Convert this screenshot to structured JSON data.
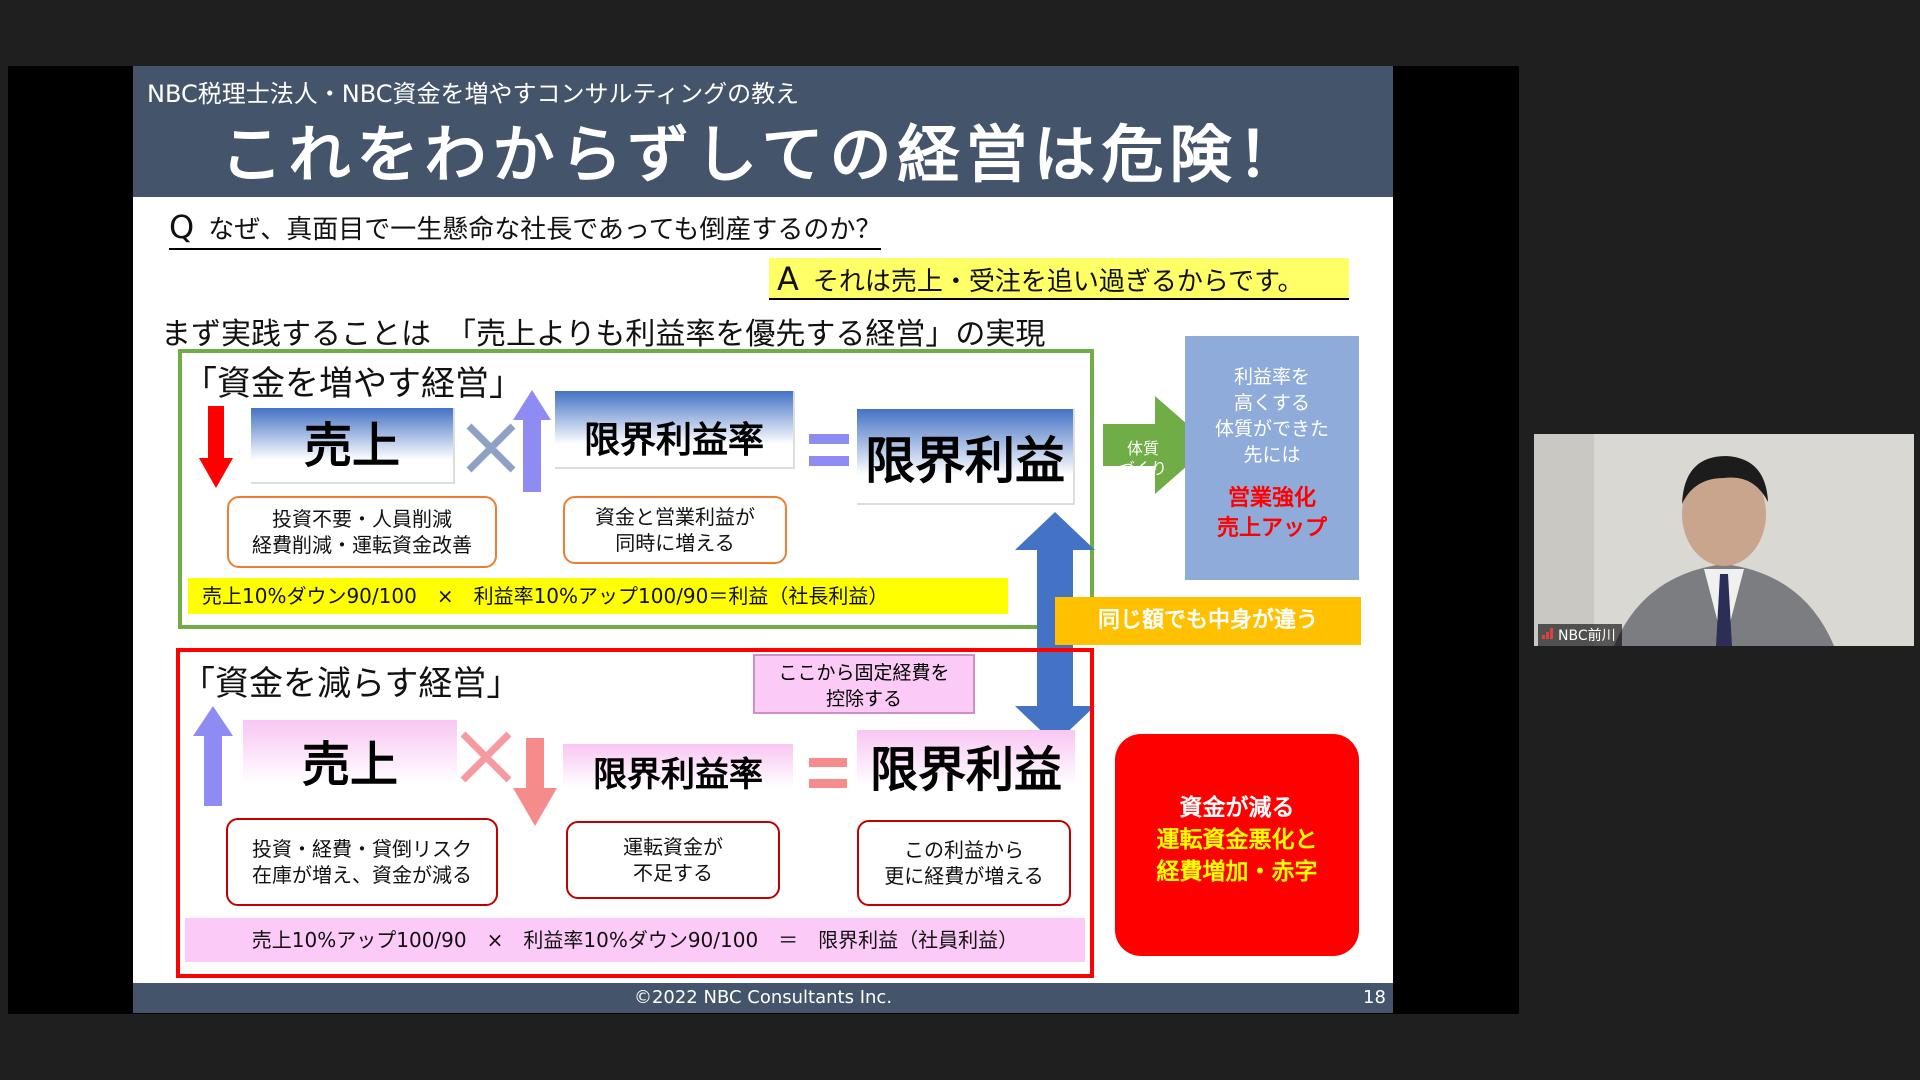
{
  "slide": {
    "header_sub": "NBC税理士法人・NBC資金を増やすコンサルティングの教え",
    "header_title": "これをわからずしての経営は危険！",
    "q_mark": "Q",
    "question": "なぜ、真面目で一生懸命な社長であっても倒産するのか？",
    "a_mark": "A",
    "answer": "それは売上・受注を追い過ぎるからです。",
    "lead": "まず実践することは　「売上よりも利益率を優先する経営」の実現",
    "box1": {
      "title": "「資金を増やす経営」",
      "term_sales": "売上",
      "term_rate": "限界利益率",
      "term_profit": "限界利益",
      "note_sales": [
        "投資不要・人員削減",
        "経費削減・運転資金改善"
      ],
      "note_rate": [
        "資金と営業利益が",
        "同時に増える"
      ],
      "formula": "売上10%ダウン90/100　×　利益率10%アップ100/90＝利益（社長利益）"
    },
    "box2": {
      "title": "「資金を減らす経営」",
      "term_sales": "売上",
      "term_rate": "限界利益率",
      "term_profit": "限界利益",
      "callout": [
        "ここから固定経費を",
        "控除する"
      ],
      "note_sales": [
        "投資・経費・貸倒リスク",
        "在庫が増え、資金が減る"
      ],
      "note_rate": [
        "運転資金が",
        "不足する"
      ],
      "note_profit": [
        "この利益から",
        "更に経費が増える"
      ],
      "formula": "売上10%アップ100/90　×　利益率10%ダウン90/100　＝　限界利益（社員利益）"
    },
    "symbol_times": "×",
    "symbol_equals": "＝",
    "arrow_label": [
      "体質",
      "づくり"
    ],
    "blue_box": {
      "lines": [
        "利益率を",
        "高くする",
        "体質ができた",
        "先には"
      ],
      "red_lines": [
        "営業強化",
        "売上アップ"
      ]
    },
    "orange_label": "同じ額でも中身が違う",
    "red_box": {
      "line1": "資金が減る",
      "line2": "運転資金悪化と",
      "line3": "経費増加・赤字"
    },
    "footer": {
      "copyright": "©2022 NBC Consultants Inc.",
      "page": "18"
    }
  },
  "participant": {
    "name": "NBC前川"
  },
  "colors": {
    "header_bg": "#44546a",
    "green_frame": "#70ad47",
    "red_frame": "#ff0000",
    "blue_arrow": "#4472c4",
    "orange": "#ffc000",
    "yellow": "#ffff00",
    "pink": "#fccaf6"
  },
  "icons": [
    "down-arrow-icon",
    "up-arrow-icon",
    "times-icon",
    "equals-icon",
    "right-arrow-icon",
    "double-vertical-arrow-icon",
    "signal-bars-icon"
  ]
}
